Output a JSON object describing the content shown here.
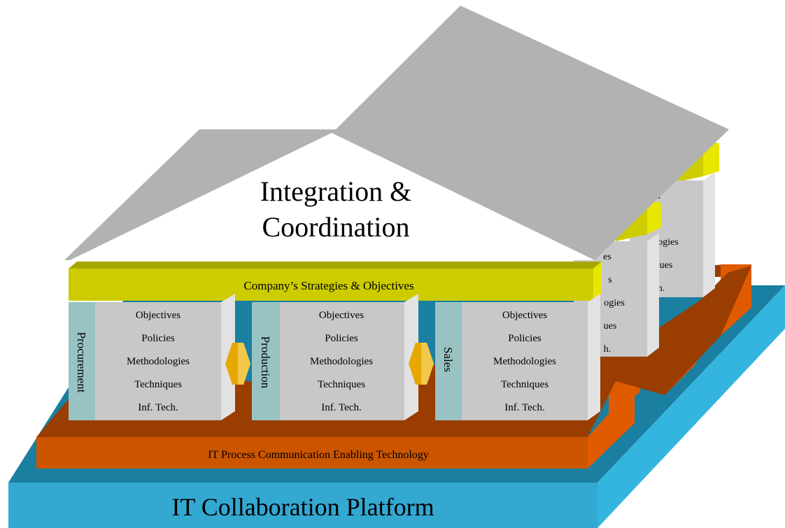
{
  "roof": {
    "title_line1": "Integration &",
    "title_line2": "Coordination"
  },
  "strategy_beam": {
    "label": "Company’s Strategies & Objectives"
  },
  "pillars": [
    {
      "name": "Procurement",
      "rows": [
        "Objectives",
        "Policies",
        "Methodologies",
        "Techniques",
        "Inf. Tech."
      ]
    },
    {
      "name": "Production",
      "rows": [
        "Objectives",
        "Policies",
        "Methodologies",
        "Techniques",
        "Inf. Tech."
      ]
    },
    {
      "name": "Sales",
      "rows": [
        "Objectives",
        "Policies",
        "Methodologies",
        "Techniques",
        "Inf. Tech."
      ]
    }
  ],
  "back_pillar_fragments": {
    "middle": [
      "es",
      "s",
      "ogies",
      "ues",
      "h."
    ],
    "rear": [
      "es",
      "s",
      "ogies",
      "ues",
      "h."
    ]
  },
  "communication_layer": {
    "label": "IT Process Communication Enabling Technology"
  },
  "platform": {
    "label": "IT Collaboration Platform"
  },
  "colors": {
    "roof": "#b2b2b2",
    "roof_face": "#ffffff",
    "beam_front": "#cccc00",
    "beam_top": "#a6a600",
    "beam_side": "#e6e600",
    "pillar_face": "#c8c8c8",
    "pillar_side": "#e2e2e2",
    "pillar_label": "#99c3c3",
    "comm_front": "#cc5500",
    "comm_top": "#993d00",
    "comm_side": "#e05a00",
    "platform_front": "#33a8d1",
    "platform_top": "#1a7fa0",
    "platform_side": "#33b5e0",
    "connector": "#e6a800"
  }
}
